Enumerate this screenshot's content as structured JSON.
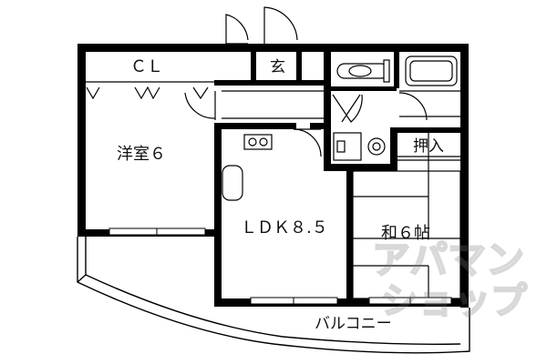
{
  "rooms": {
    "closet": "ＣＬ",
    "entrance": "玄",
    "western_room": "洋室６",
    "ldk": "ＬＤＫ８.５",
    "japanese_room": "和６帖",
    "oshiire": "押入",
    "balcony": "バルコニー"
  },
  "watermark": {
    "line1": "アパマン",
    "line2": "ショップ"
  }
}
